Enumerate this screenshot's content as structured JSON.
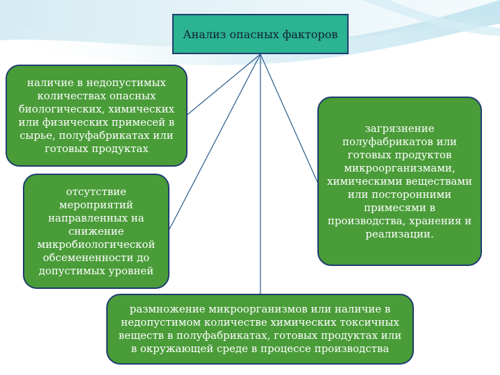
{
  "title": "Анализ опасных факторов",
  "factors": [
    "наличие в недопустимых количествах опасных биологических, химических или физических примесей в сырье, полуфабрикатах или готовых продуктах",
    "отсутствие мероприятий направленных на снижение микробиологической обсемененности до допустимых уровней",
    "загрязнение полуфабрикатов или готовых продуктов микроорганизмами, химическими веществами или посторонними примесями в производства, хранения и реализации.",
    "размножение микроорганизмов или наличие в недопустимом количестве химических токсичных веществ в полуфабрикатах, готовых продуктах или в окружающей среде в процессе производства"
  ],
  "colors": {
    "box_fill": "#4a9c39",
    "title_fill": "#2bb392",
    "border": "#1f3c6e",
    "connector": "#2a5a8a"
  }
}
